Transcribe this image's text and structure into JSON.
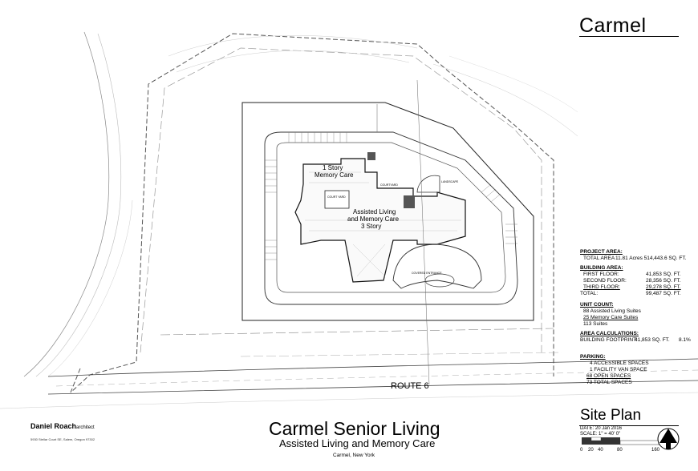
{
  "title_block": {
    "project_name": "Carmel",
    "sheet_title": "Site Plan",
    "date_line": "DATE: 20 Jan 2016",
    "scale_line": "SCALE: 1\" = 40' 0\"",
    "scale_ticks": [
      "0",
      "20",
      "40",
      "80",
      "160"
    ]
  },
  "project_area": {
    "heading": "PROJECT AREA:",
    "label": "TOTAL AREA",
    "value": "11.81 Acres  514,443.6 SQ. FT."
  },
  "building_area": {
    "heading": "BUILDING AREA:",
    "rows": [
      {
        "label": "FIRST FLOOR:",
        "value": "41,853 SQ. FT."
      },
      {
        "label": "SECOND FLOOR:",
        "value": "28,356 SQ. FT."
      },
      {
        "label": "THIRD FLOOR:",
        "value": "29,278 SQ. FT."
      },
      {
        "label": "TOTAL:",
        "value": "99,487 SQ. FT."
      }
    ]
  },
  "unit_count": {
    "heading": "UNIT COUNT:",
    "lines": [
      "88 Assisted Living Suites",
      "25 Memory Care Suites",
      "113 Suites"
    ]
  },
  "area_calc": {
    "heading": "AREA CALCULATIONS:",
    "label": "BUILDING FOOTPRINT:",
    "value": "41,853 SQ. FT.",
    "percent": "8.1%"
  },
  "parking": {
    "heading": "PARKING:",
    "lines": [
      "4 ACCESSIBLE SPACES",
      "1 FACILITY VAN SPACE",
      "68 OPEN SPACES",
      "73 TOTAL SPACES"
    ]
  },
  "plan_labels": {
    "memory_care_1": "1 Story",
    "memory_care_2": "Memory Care",
    "assisted_1": "Assisted Living",
    "assisted_2": "and Memory Care",
    "assisted_3": "3 Story",
    "road": "ROUTE 6",
    "court_yard": "COURT YARD",
    "courtyard_2": "COURTYARD",
    "landscape": "LANDSCAPE",
    "covered_entrance": "COVERED ENTRANCE"
  },
  "main_title": "Carmel Senior Living",
  "subtitle": "Assisted Living and Memory Care",
  "location": "Carmel, New York",
  "firm": {
    "name": "Daniel Roach",
    "suffix": "architect",
    "address": "5930 Stellar Court SE, Salem, Oregon 97302"
  }
}
